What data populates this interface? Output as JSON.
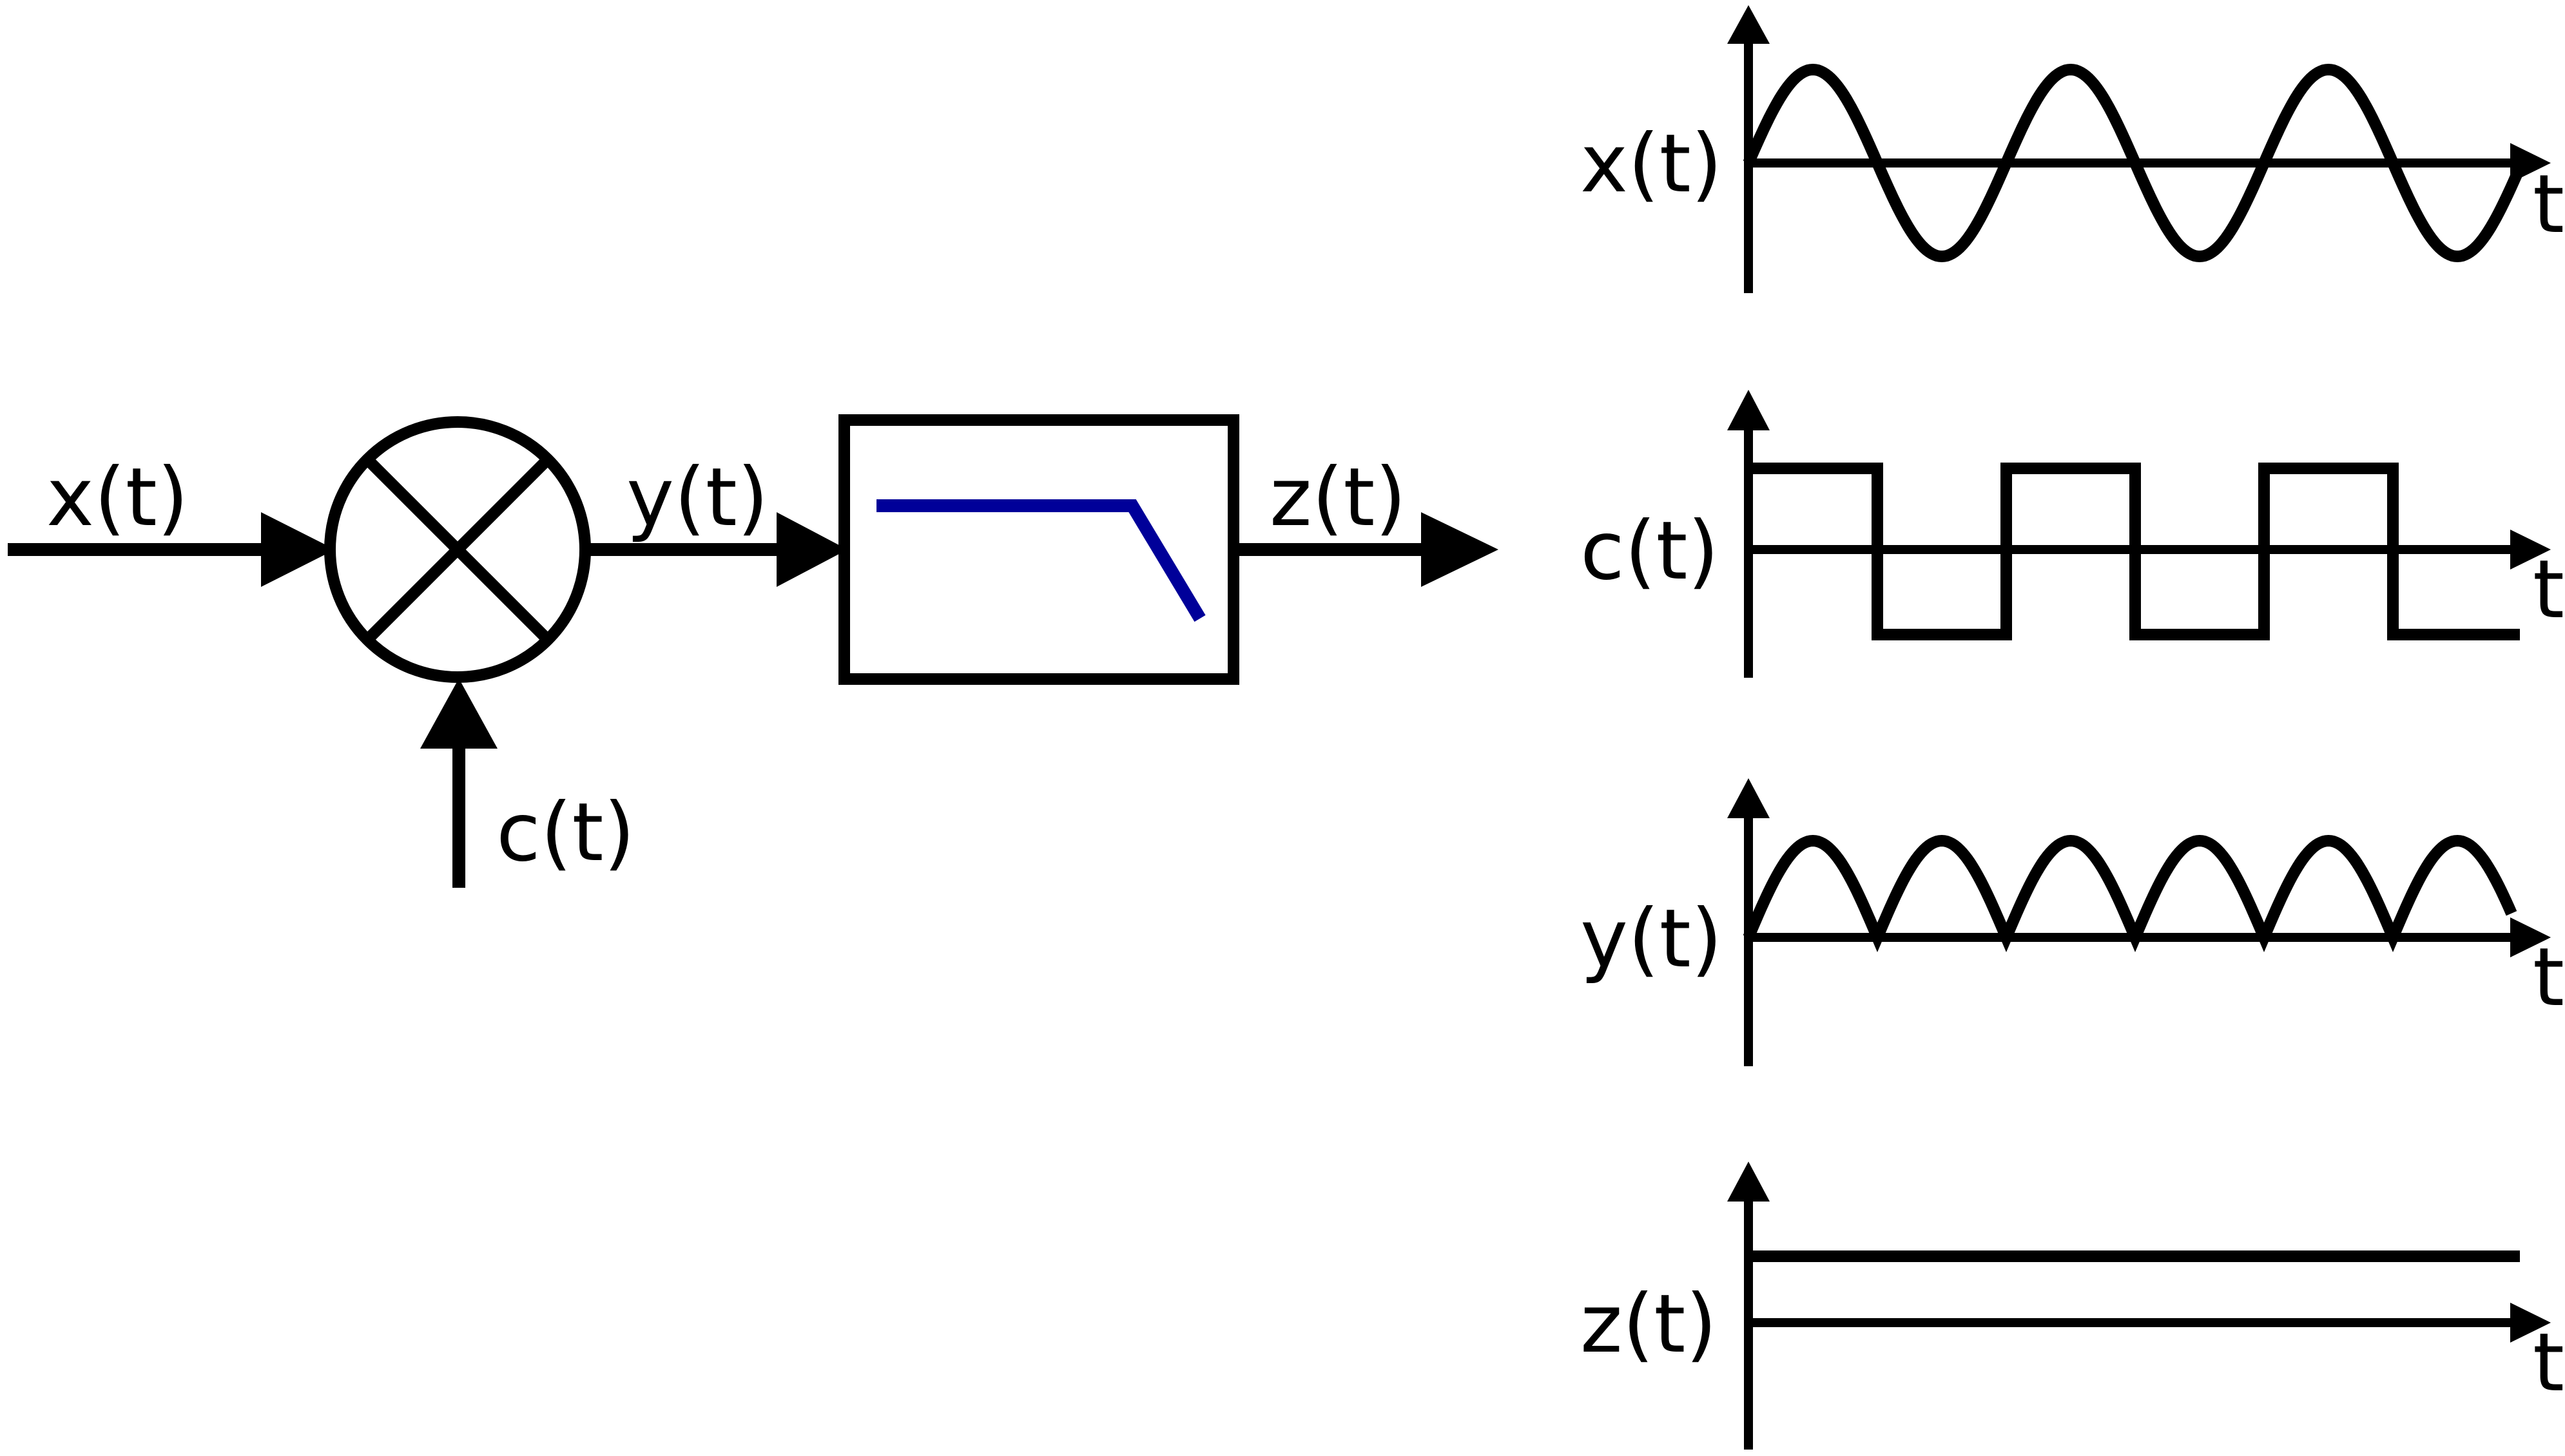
{
  "block_diagram": {
    "input_signal": "x(t)",
    "carrier_signal": "c(t)",
    "product_signal": "y(t)",
    "output_signal": "z(t)",
    "mixer_symbol": "multiplier",
    "filter_symbol": "low-pass filter",
    "filter_curve_color": "#000099"
  },
  "waveforms": [
    {
      "name": "x(t)",
      "axis_label": "t",
      "shape": "sine",
      "periods": 3
    },
    {
      "name": "c(t)",
      "axis_label": "t",
      "shape": "square",
      "periods": 3
    },
    {
      "name": "y(t)",
      "axis_label": "t",
      "shape": "rectified sine",
      "half_periods": 6
    },
    {
      "name": "z(t)",
      "axis_label": "t",
      "shape": "constant"
    }
  ],
  "colors": {
    "stroke": "#000000",
    "filter_curve": "#000099",
    "background": "#ffffff"
  }
}
